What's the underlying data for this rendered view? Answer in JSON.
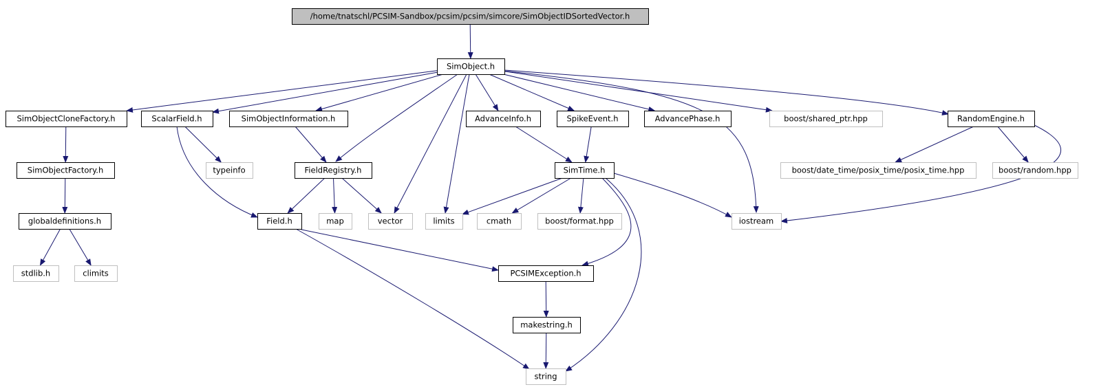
{
  "diagram": {
    "colors": {
      "edge": "#191970",
      "header_fill": "#bfbfbf",
      "project_border": "#000000",
      "system_border": "#bfbfbf",
      "text": "#000000"
    },
    "nodes": [
      {
        "id": "root",
        "label": "/home/tnatschl/PCSIM-Sandbox/pcsim/pcsim/simcore/SimObjectIDSortedVector.h",
        "kind": "header"
      },
      {
        "id": "simobject",
        "label": "SimObject.h",
        "kind": "project"
      },
      {
        "id": "clonefactory",
        "label": "SimObjectCloneFactory.h",
        "kind": "project"
      },
      {
        "id": "scalarfield",
        "label": "ScalarField.h",
        "kind": "project"
      },
      {
        "id": "siminfo",
        "label": "SimObjectInformation.h",
        "kind": "project"
      },
      {
        "id": "advanceinfo",
        "label": "AdvanceInfo.h",
        "kind": "project"
      },
      {
        "id": "spikeevent",
        "label": "SpikeEvent.h",
        "kind": "project"
      },
      {
        "id": "advancephase",
        "label": "AdvancePhase.h",
        "kind": "project"
      },
      {
        "id": "sharedptr",
        "label": "boost/shared_ptr.hpp",
        "kind": "system"
      },
      {
        "id": "randomengine",
        "label": "RandomEngine.h",
        "kind": "project"
      },
      {
        "id": "objfactory",
        "label": "SimObjectFactory.h",
        "kind": "project"
      },
      {
        "id": "typeinfo",
        "label": "typeinfo",
        "kind": "system"
      },
      {
        "id": "fieldregistry",
        "label": "FieldRegistry.h",
        "kind": "project"
      },
      {
        "id": "simtime",
        "label": "SimTime.h",
        "kind": "project"
      },
      {
        "id": "posixtime",
        "label": "boost/date_time/posix_time/posix_time.hpp",
        "kind": "system"
      },
      {
        "id": "boostrandom",
        "label": "boost/random.hpp",
        "kind": "system"
      },
      {
        "id": "globaldefs",
        "label": "globaldefinitions.h",
        "kind": "project"
      },
      {
        "id": "field",
        "label": "Field.h",
        "kind": "project"
      },
      {
        "id": "map",
        "label": "map",
        "kind": "system"
      },
      {
        "id": "vector",
        "label": "vector",
        "kind": "system"
      },
      {
        "id": "limits",
        "label": "limits",
        "kind": "system"
      },
      {
        "id": "cmath",
        "label": "cmath",
        "kind": "system"
      },
      {
        "id": "boostformat",
        "label": "boost/format.hpp",
        "kind": "system"
      },
      {
        "id": "iostream",
        "label": "iostream",
        "kind": "system"
      },
      {
        "id": "stdlib",
        "label": "stdlib.h",
        "kind": "system"
      },
      {
        "id": "climits",
        "label": "climits",
        "kind": "system"
      },
      {
        "id": "pcsimexception",
        "label": "PCSIMException.h",
        "kind": "project"
      },
      {
        "id": "makestring",
        "label": "makestring.h",
        "kind": "project"
      },
      {
        "id": "string",
        "label": "string",
        "kind": "system"
      }
    ],
    "edges": [
      [
        "root",
        "simobject"
      ],
      [
        "simobject",
        "clonefactory"
      ],
      [
        "simobject",
        "scalarfield"
      ],
      [
        "simobject",
        "siminfo"
      ],
      [
        "simobject",
        "fieldregistry"
      ],
      [
        "simobject",
        "vector"
      ],
      [
        "simobject",
        "limits"
      ],
      [
        "simobject",
        "advanceinfo"
      ],
      [
        "simobject",
        "spikeevent"
      ],
      [
        "simobject",
        "advancephase"
      ],
      [
        "simobject",
        "sharedptr"
      ],
      [
        "simobject",
        "iostream"
      ],
      [
        "simobject",
        "randomengine"
      ],
      [
        "clonefactory",
        "objfactory"
      ],
      [
        "objfactory",
        "globaldefs"
      ],
      [
        "globaldefs",
        "stdlib"
      ],
      [
        "globaldefs",
        "climits"
      ],
      [
        "scalarfield",
        "typeinfo"
      ],
      [
        "scalarfield",
        "field"
      ],
      [
        "siminfo",
        "fieldregistry"
      ],
      [
        "fieldregistry",
        "field"
      ],
      [
        "fieldregistry",
        "map"
      ],
      [
        "fieldregistry",
        "vector"
      ],
      [
        "advanceinfo",
        "simtime"
      ],
      [
        "spikeevent",
        "simtime"
      ],
      [
        "simtime",
        "limits"
      ],
      [
        "simtime",
        "cmath"
      ],
      [
        "simtime",
        "boostformat"
      ],
      [
        "simtime",
        "iostream"
      ],
      [
        "simtime",
        "pcsimexception"
      ],
      [
        "simtime",
        "string"
      ],
      [
        "randomengine",
        "posixtime"
      ],
      [
        "randomengine",
        "boostrandom"
      ],
      [
        "randomengine",
        "iostream"
      ],
      [
        "field",
        "pcsimexception"
      ],
      [
        "field",
        "string"
      ],
      [
        "pcsimexception",
        "makestring"
      ],
      [
        "makestring",
        "string"
      ]
    ]
  }
}
